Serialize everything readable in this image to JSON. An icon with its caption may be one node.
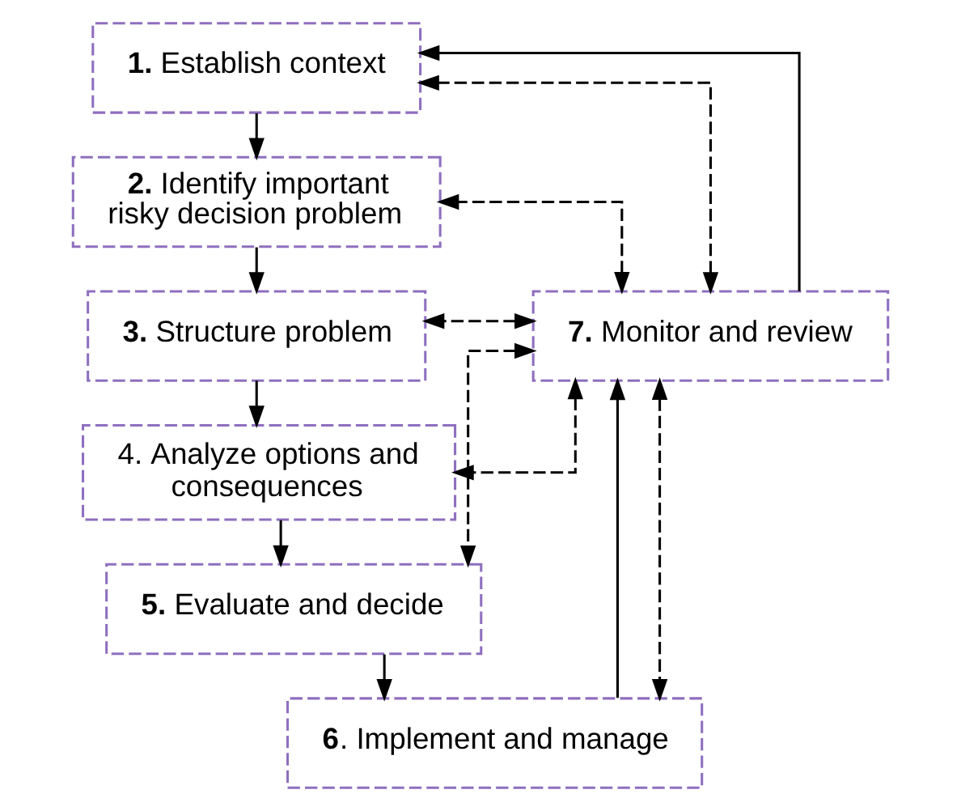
{
  "diagram": {
    "nodes": [
      {
        "text": [
          "**1.** Establish context"
        ]
      },
      {
        "text": [
          "**2.** Identify important risky decision problem"
        ]
      },
      {
        "text": [
          "**3.** Structure problem"
        ]
      },
      {
        "text": [
          "4. Analyze options and consequences"
        ]
      },
      {
        "text": [
          "**5.** Evaluate and decide"
        ]
      },
      {
        "text": [
          "**6**. Implement and manage"
        ]
      },
      {
        "text": [
          "**7.** Monitor and review"
        ]
      }
    ],
    "edges": [
      {
        "from": 0,
        "to": 1,
        "arrow": "to"
      },
      {
        "from": 1,
        "to": 2,
        "arrow": "to"
      },
      {
        "from": 2,
        "to": 3,
        "arrow": "to"
      },
      {
        "from": 3,
        "to": 4,
        "arrow": "to"
      },
      {
        "from": 4,
        "to": 5,
        "arrow": "to"
      },
      {
        "from": 5,
        "to": 6,
        "arrow": "to"
      },
      {
        "from": 6,
        "to": 0,
        "arrow": "to"
      },
      {
        "from": 6,
        "to": 0,
        "arrow": "both",
        "style": "dashed"
      },
      {
        "from": 6,
        "to": 1,
        "arrow": "both",
        "style": "dashed"
      },
      {
        "from": 6,
        "to": 2,
        "arrow": "both",
        "style": "dashed"
      },
      {
        "from": 6,
        "to": 3,
        "arrow": "both",
        "style": "dashed"
      },
      {
        "from": 6,
        "to": 4,
        "arrow": "both",
        "style": "dashed"
      },
      {
        "from": 6,
        "to": 5,
        "arrow": "both",
        "style": "dashed"
      }
    ]
  }
}
